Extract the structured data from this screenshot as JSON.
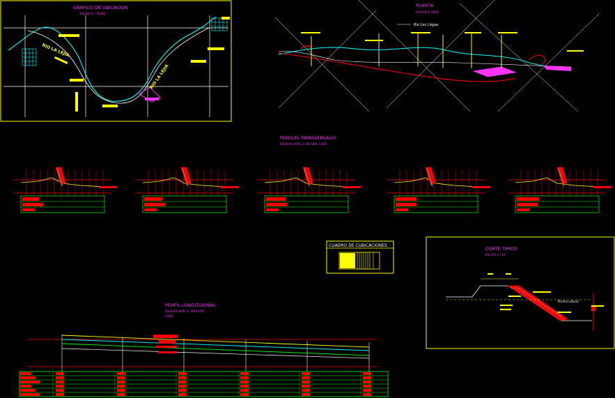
{
  "colors": {
    "background": "#000000",
    "frame": "#ffff00",
    "title": "#ff33ff",
    "river": "#00ffff",
    "road": "#ff0000",
    "grid": "#ffffff",
    "table": "#00ff00",
    "label": "#ffff00"
  },
  "ubicacion": {
    "title": "GRAFICO DE UBICACION",
    "scale": "ESCALA  1 / 50000",
    "river_label_1": "RIO LA LEJIA",
    "river_label_2": "RIO LA LEJIA"
  },
  "planta": {
    "title": "PLANTA",
    "scale": "ESCALA 1/ 5000",
    "river_label": "Rio Las Llegas"
  },
  "perfiles_transversales": {
    "title": "PERFILES TRANSVERSALES",
    "scale": "ESCALAS    HOR. 1/ 200        VER. 1/100",
    "count": 5
  },
  "cuadro": {
    "title": "CUADRO DE CUBICACIONES"
  },
  "corte_tipico": {
    "title": "CORTE TIPICO",
    "scale": "ESCALA    1 / 10",
    "label_terreno": "Terreno natural"
  },
  "perfil_longitudinal": {
    "title": "PERFIL LONGITUDINAL",
    "scale": "ESCALAS   HOR. 1/ 1000      VER.",
    "scale_2": "1/100"
  }
}
